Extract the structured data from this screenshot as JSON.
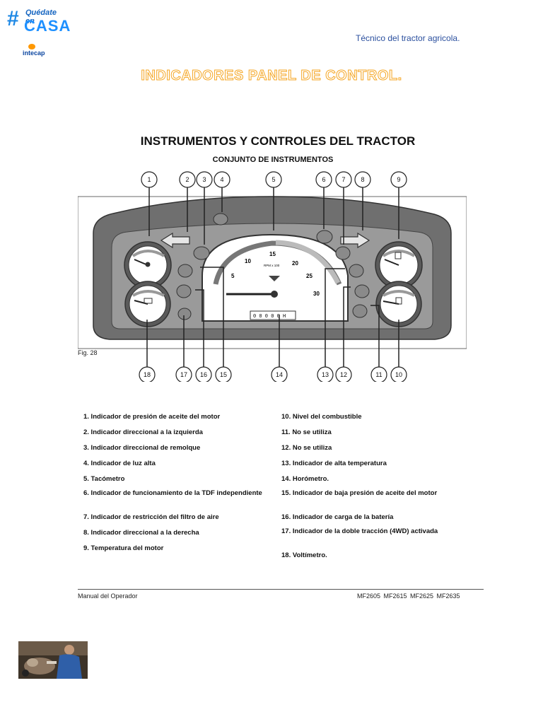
{
  "logo": {
    "hash": "#",
    "quedate": "Quédate en",
    "casa": "CASA",
    "intecap": "intecap"
  },
  "header": {
    "right_title": "Técnico del tractor agricola."
  },
  "main_title": "INDICADORES PANEL DE CONTROL.",
  "figure": {
    "title": "INSTRUMENTOS Y CONTROLES DEL TRACTOR",
    "subtitle": "CONJUNTO DE INSTRUMENTOS",
    "fig_label": "Fig. 28",
    "top_callouts": [
      "1",
      "2",
      "3",
      "4",
      "5",
      "6",
      "7",
      "8",
      "9"
    ],
    "bottom_callouts": [
      "18",
      "17",
      "16",
      "15",
      "14",
      "13",
      "12",
      "11",
      "10"
    ],
    "tacho_numbers": [
      "5",
      "10",
      "15",
      "20",
      "25",
      "30"
    ],
    "tacho_unit": "RPM x 100",
    "hourmeter": "0 0 0 0 0 H"
  },
  "legend": {
    "left": [
      "1. Indicador de presión de aceite del motor",
      "2. Indicador direccional a la izquierda",
      "3. Indicador direccional de remolque",
      "4. Indicador de luz alta",
      "5. Tacómetro",
      "6. Indicador de funcionamiento de la TDF independiente",
      "7. Indicador de restricción del filtro de aire",
      "8. Indicador direccional a la derecha",
      "9. Temperatura del motor"
    ],
    "right": [
      "10. Nivel del combustible",
      "11. No se utiliza",
      "12. No se utiliza",
      "13. Indicador de alta temperatura",
      "14. Horómetro.",
      "15. Indicador de baja presión de aceite del motor",
      "16. Indicador de carga de la batería",
      "17. Indicador de la doble tracción (4WD) activada",
      "18. Voltímetro."
    ]
  },
  "footer": {
    "left": "Manual del Operador",
    "right": "MF2605 MF2615 MF2625 MF2635"
  }
}
